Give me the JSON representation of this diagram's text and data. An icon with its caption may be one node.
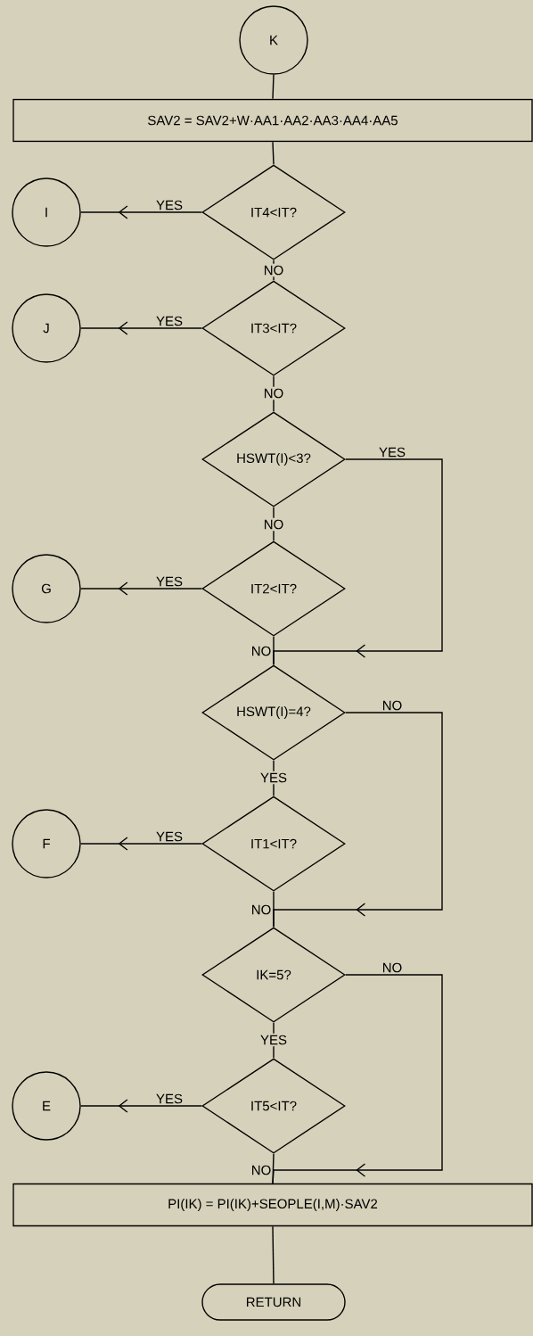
{
  "diagram": {
    "nodes": [
      {
        "text": [
          "K"
        ]
      },
      {
        "text": [
          "SAV2 = SAV2+W·AA1·AA2·AA3·AA4·AA5"
        ]
      },
      {
        "text": [
          "IT4<IT?"
        ]
      },
      {
        "text": [
          "I"
        ]
      },
      {
        "text": [
          "IT3<IT?"
        ]
      },
      {
        "text": [
          "J"
        ]
      },
      {
        "text": [
          "HSWT(I)<3?"
        ]
      },
      {
        "text": [
          "IT2<IT?"
        ]
      },
      {
        "text": [
          "G"
        ]
      },
      {
        "text": [
          "HSWT(I)=4?"
        ]
      },
      {
        "text": [
          "IT1<IT?"
        ]
      },
      {
        "text": [
          "F"
        ]
      },
      {
        "text": [
          "IK=5?"
        ]
      },
      {
        "text": [
          "IT5<IT?"
        ]
      },
      {
        "text": [
          "E"
        ]
      },
      {
        "text": [
          "PI(IK) = PI(IK)+SEOPLE(I,M)·SAV2"
        ]
      },
      {
        "text": [
          "RETURN"
        ]
      }
    ],
    "edges": [
      {
        "from": 0,
        "to": 1,
        "arrow": "none"
      },
      {
        "from": 1,
        "to": 2,
        "arrow": "none"
      },
      {
        "from": 2,
        "to": 3,
        "arrow": "to",
        "label": "YES"
      },
      {
        "from": 2,
        "to": 4,
        "arrow": "none",
        "label": "NO"
      },
      {
        "from": 4,
        "to": 5,
        "arrow": "to",
        "label": "YES"
      },
      {
        "from": 4,
        "to": 6,
        "arrow": "none",
        "label": "NO"
      },
      {
        "from": 6,
        "to": 9,
        "arrow": "to",
        "label": "YES"
      },
      {
        "from": 6,
        "to": 7,
        "arrow": "none",
        "label": "NO"
      },
      {
        "from": 7,
        "to": 8,
        "arrow": "to",
        "label": "YES"
      },
      {
        "from": 7,
        "to": 9,
        "arrow": "none",
        "label": "NO"
      },
      {
        "from": 9,
        "to": 12,
        "arrow": "to",
        "label": "NO"
      },
      {
        "from": 9,
        "to": 10,
        "arrow": "none",
        "label": "YES"
      },
      {
        "from": 10,
        "to": 11,
        "arrow": "to",
        "label": "YES"
      },
      {
        "from": 10,
        "to": 12,
        "arrow": "none",
        "label": "NO"
      },
      {
        "from": 12,
        "to": 15,
        "arrow": "to",
        "label": "NO"
      },
      {
        "from": 12,
        "to": 13,
        "arrow": "none",
        "label": "YES"
      },
      {
        "from": 13,
        "to": 14,
        "arrow": "to",
        "label": "YES"
      },
      {
        "from": 13,
        "to": 15,
        "arrow": "none",
        "label": "NO"
      },
      {
        "from": 15,
        "to": 16,
        "arrow": "none"
      }
    ]
  }
}
